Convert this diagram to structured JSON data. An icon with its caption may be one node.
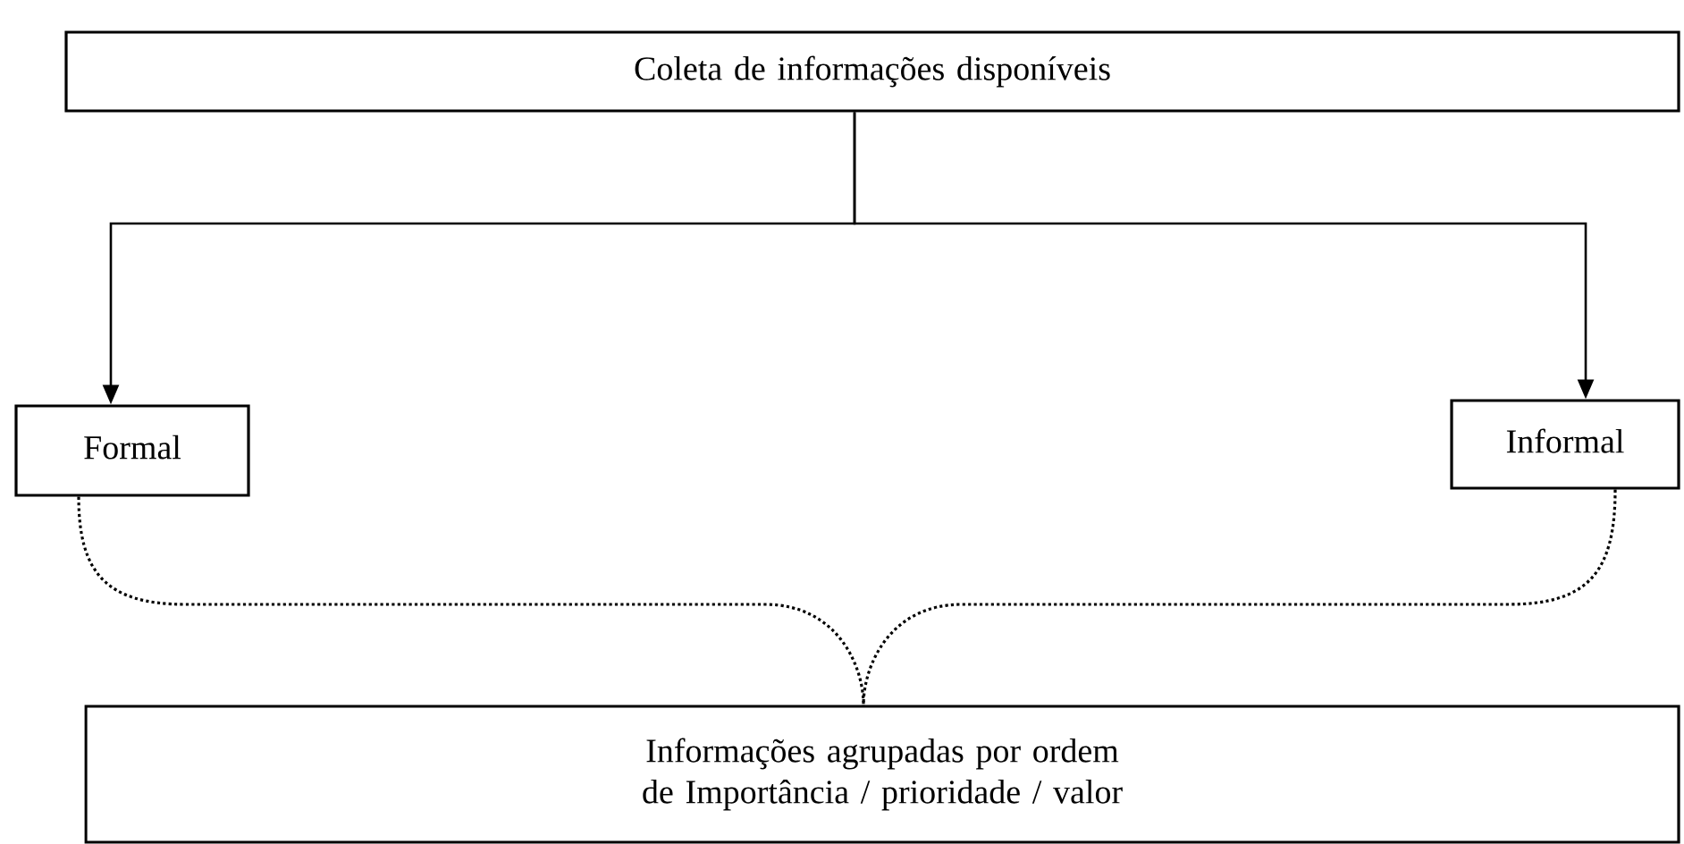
{
  "diagram": {
    "nodes": [
      {
        "text": [
          "Coleta de informações disponíveis"
        ]
      },
      {
        "text": [
          "Formal"
        ]
      },
      {
        "text": [
          "Informal"
        ]
      },
      {
        "text": [
          "Informações agrupadas por ordem de Importância / prioridade / valor"
        ]
      }
    ],
    "edges": [
      {
        "from": 0,
        "to": 1,
        "arrow": "to"
      },
      {
        "from": 0,
        "to": 2,
        "arrow": "to"
      },
      {
        "from": 1,
        "to": 3,
        "arrow": "none",
        "style": "dashed"
      },
      {
        "from": 2,
        "to": 3,
        "arrow": "none",
        "style": "dashed"
      }
    ]
  }
}
